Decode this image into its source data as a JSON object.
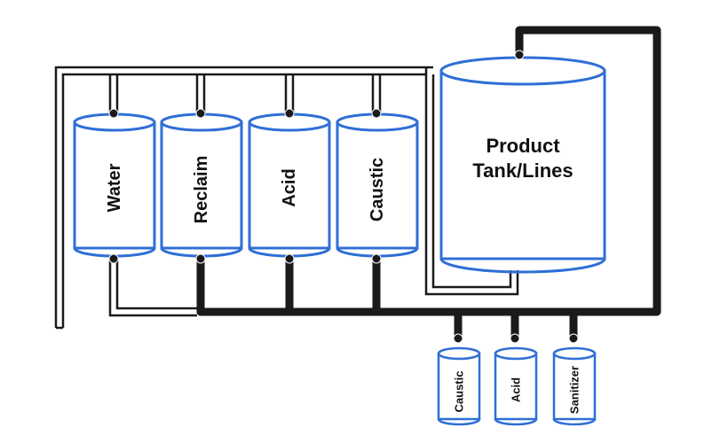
{
  "colors": {
    "tank_outline": "#2f6fd6",
    "pipe": "#1a1a1a",
    "background": "#ffffff"
  },
  "cip_tanks": [
    {
      "label": "Water"
    },
    {
      "label": "Reclaim"
    },
    {
      "label": "Acid"
    },
    {
      "label": "Caustic"
    }
  ],
  "product_tank": {
    "line1": "Product",
    "line2": "Tank/Lines"
  },
  "chemical_drums": [
    {
      "label": "Caustic"
    },
    {
      "label": "Acid"
    },
    {
      "label": "Sanitizer"
    }
  ]
}
